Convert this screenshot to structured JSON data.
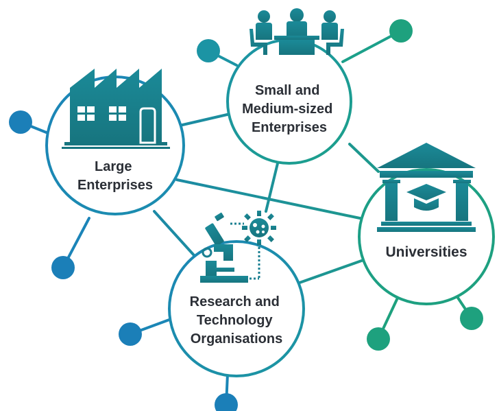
{
  "colors": {
    "line_left": "#1b86b8",
    "line_right": "#1ea17e",
    "icon_dark": "#1a7f91",
    "icon_mid": "#1d9a8a",
    "circle_border_left": "#1e88b8",
    "circle_border_right": "#1a9e86",
    "text": "#2b2f36",
    "background": "#ffffff"
  },
  "nodes": {
    "large": {
      "icon": "factory-icon",
      "label_lines": [
        "Large",
        "Enterprises"
      ]
    },
    "sme": {
      "icon": "meeting-people-icon",
      "label_lines": [
        "Small and",
        "Medium-sized",
        "Enterprises"
      ]
    },
    "universities": {
      "icon": "university-building-icon",
      "label_lines": [
        "Universities"
      ]
    },
    "rto": {
      "icon": "microscope-virus-icon",
      "label_lines": [
        "Research and",
        "Technology",
        "Organisations"
      ]
    }
  }
}
